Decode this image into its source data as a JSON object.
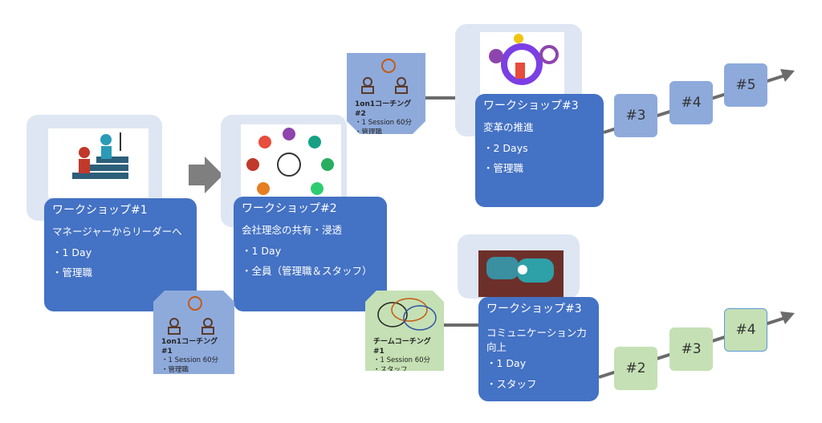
{
  "workshops": [
    {
      "title": "ワークショップ#1",
      "subtitle": "マネージャーからリーダーへ",
      "items": [
        "・1 Day",
        "・管理職"
      ]
    },
    {
      "title": "ワークショップ#2",
      "subtitle": "会社理念の共有・浸透",
      "items": [
        "・1 Day",
        "・全員（管理職＆スタッフ）"
      ]
    },
    {
      "title": "ワークショップ#3",
      "subtitle": "変革の推進",
      "items": [
        "・2 Days",
        "・管理職"
      ]
    },
    {
      "title": "ワークショップ#3",
      "subtitle": "コミュニケーション力向上",
      "items": [
        "・1 Day",
        "・スタッフ"
      ]
    }
  ],
  "coaching": [
    {
      "title": "1on1コーチング#1",
      "items": [
        "・1 Session 60分",
        "・管理職"
      ]
    },
    {
      "title": "1on1コーチング#2",
      "items": [
        "・1 Session 60分",
        "・管理職"
      ]
    },
    {
      "title": "チームコーチング#1",
      "items": [
        "・1 Session 60分",
        "・スタッフ"
      ]
    }
  ],
  "steps_top": [
    "#3",
    "#4",
    "#5"
  ],
  "steps_bottom": [
    "#2",
    "#3",
    "#4"
  ],
  "colors": {
    "card": "#4472c4",
    "coach_blue": "#8eaadb",
    "coach_green": "#c5e0b4",
    "panel": "#dee6f3"
  }
}
